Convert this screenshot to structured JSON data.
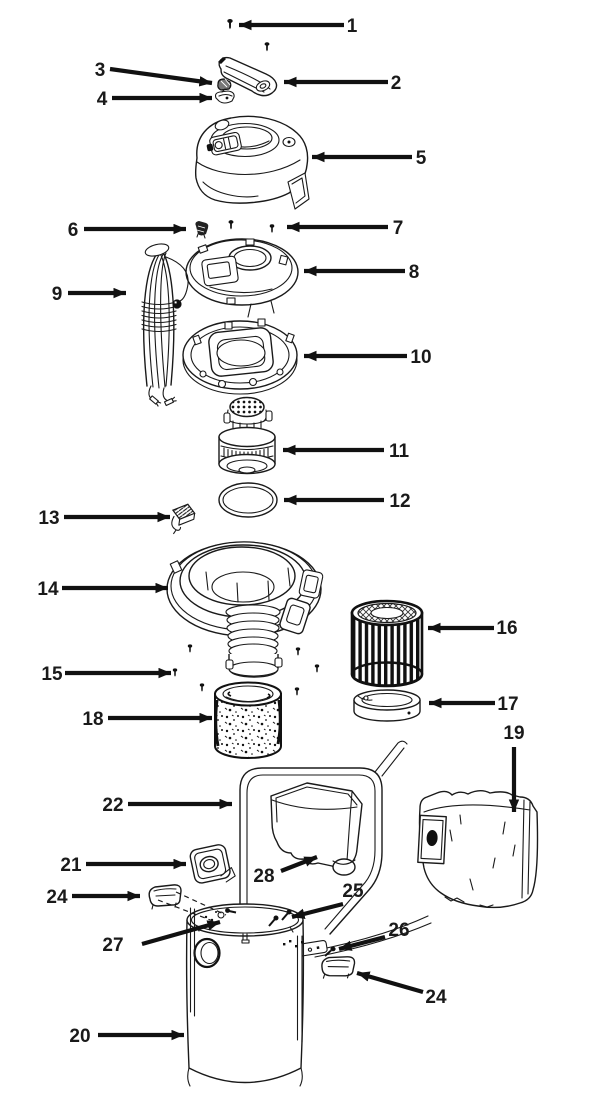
{
  "figure": {
    "kind": "exploded-parts-diagram",
    "colors": {
      "background": "#ffffff",
      "ink": "#1a1a1a"
    }
  },
  "callouts": [
    "1",
    "2",
    "3",
    "4",
    "5",
    "6",
    "7",
    "8",
    "9",
    "10",
    "11",
    "12",
    "13",
    "14",
    "15",
    "16",
    "17",
    "18",
    "19",
    "20",
    "21",
    "22",
    "24",
    "24",
    "25",
    "26",
    "27",
    "28"
  ]
}
